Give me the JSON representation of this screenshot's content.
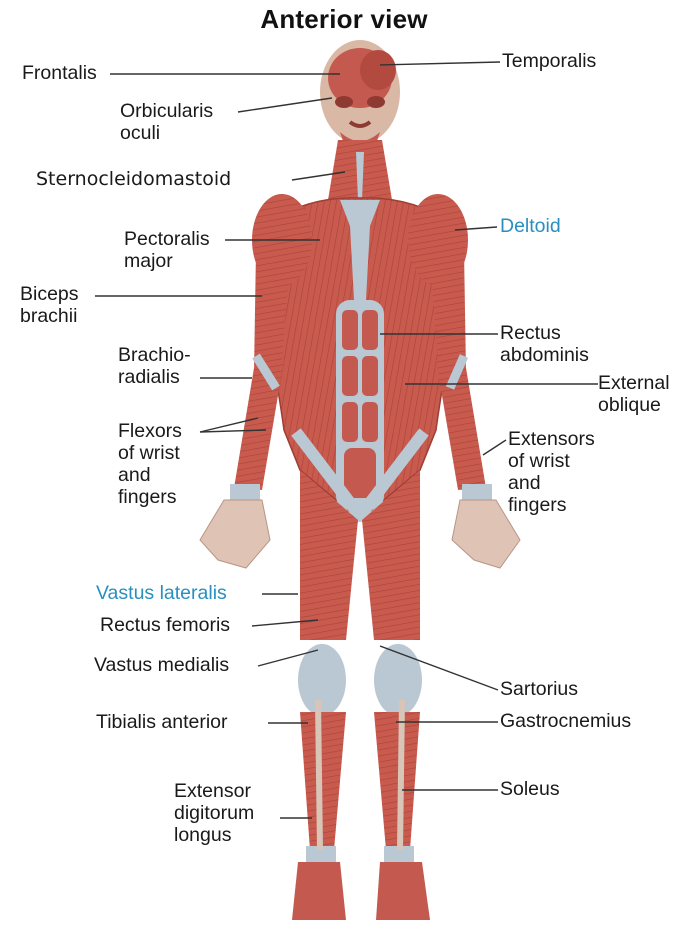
{
  "title": "Anterior view",
  "colors": {
    "muscle": "#c4584c",
    "muscle_dark": "#9e3e35",
    "tendon": "#b9c8d3",
    "label": "#1a1a1a",
    "highlight_label": "#2a8fbf",
    "leader": "#333333"
  },
  "labels": {
    "frontalis": [
      "Frontalis"
    ],
    "temporalis": [
      "Temporalis"
    ],
    "orbicularis_oculi": [
      "Orbicularis",
      "oculi"
    ],
    "sternocleidomastoid": [
      "Sternocleidomastoid"
    ],
    "deltoid": [
      "Deltoid"
    ],
    "pectoralis_major": [
      "Pectoralis",
      "major"
    ],
    "biceps_brachii": [
      "Biceps",
      "brachii"
    ],
    "rectus_abdominis": [
      "Rectus",
      "abdominis"
    ],
    "brachioradialis": [
      "Brachio-",
      "radialis"
    ],
    "external_oblique": [
      "External",
      "oblique"
    ],
    "flexors": [
      "Flexors",
      "of wrist",
      "and",
      "fingers"
    ],
    "extensors": [
      "Extensors",
      "of wrist",
      "and",
      "fingers"
    ],
    "vastus_lateralis": [
      "Vastus lateralis"
    ],
    "rectus_femoris": [
      "Rectus femoris"
    ],
    "vastus_medialis": [
      "Vastus medialis"
    ],
    "sartorius": [
      "Sartorius"
    ],
    "tibialis_anterior": [
      "Tibialis anterior"
    ],
    "gastrocnemius": [
      "Gastrocnemius"
    ],
    "soleus": [
      "Soleus"
    ],
    "extensor_digitorum_longus": [
      "Extensor",
      "digitorum",
      "longus"
    ]
  }
}
